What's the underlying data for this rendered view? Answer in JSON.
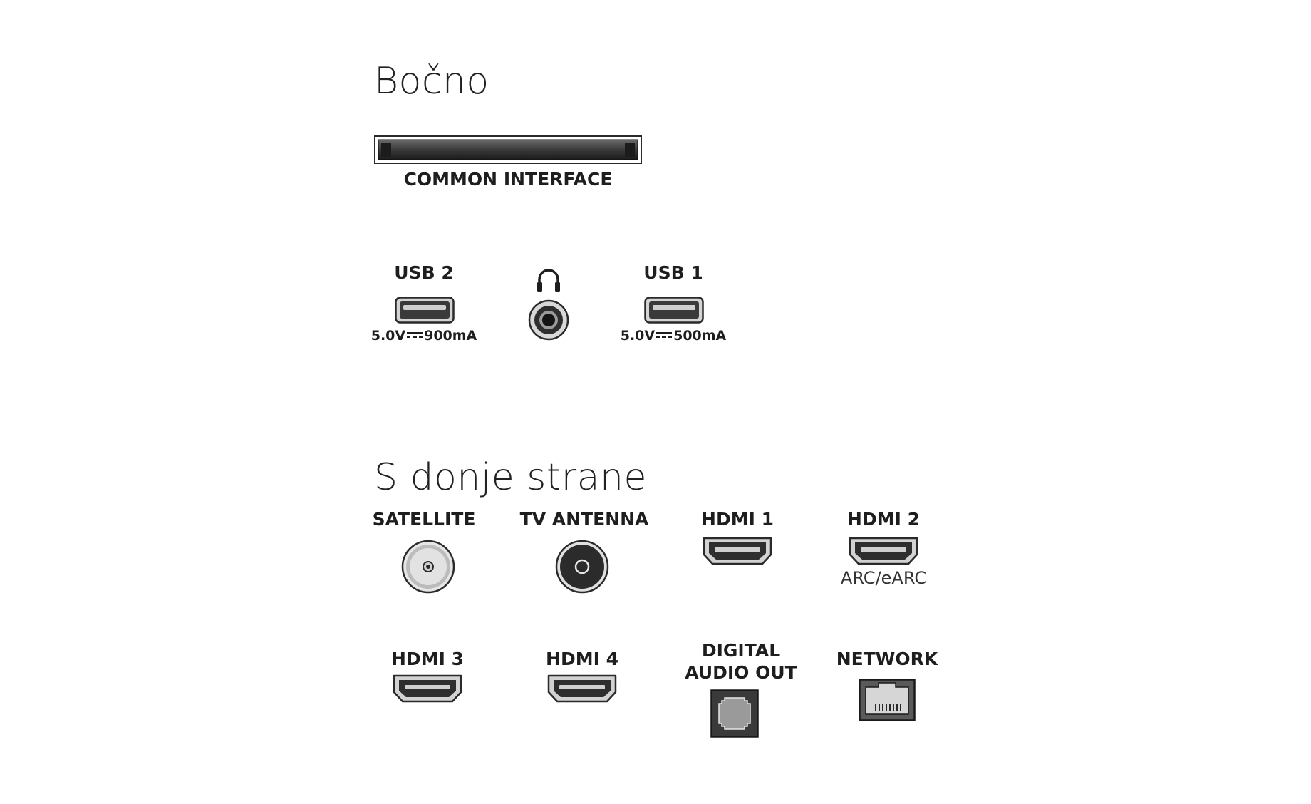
{
  "side": {
    "title": "Bočno",
    "common_interface": {
      "label": "COMMON INTERFACE"
    },
    "usb2": {
      "label": "USB 2",
      "rating_voltage": "5.0V",
      "rating_current": "900mA"
    },
    "headphone": {
      "icon": "headphones-icon"
    },
    "usb1": {
      "label": "USB 1",
      "rating_voltage": "5.0V",
      "rating_current": "500mA"
    }
  },
  "bottom": {
    "title": "S donje strane",
    "satellite": {
      "label": "SATELLITE"
    },
    "tv_antenna": {
      "label": "TV ANTENNA"
    },
    "hdmi1": {
      "label": "HDMI 1"
    },
    "hdmi2": {
      "label": "HDMI 2",
      "note": "ARC/eARC"
    },
    "hdmi3": {
      "label": "HDMI 3"
    },
    "hdmi4": {
      "label": "HDMI 4"
    },
    "digital_audio_out": {
      "label_line1": "DIGITAL",
      "label_line2": "AUDIO OUT"
    },
    "network": {
      "label": "NETWORK"
    }
  },
  "colors": {
    "port_dark": "#2b2b2b",
    "port_silver": "#c8c8c8",
    "text": "#1e1e1e"
  }
}
